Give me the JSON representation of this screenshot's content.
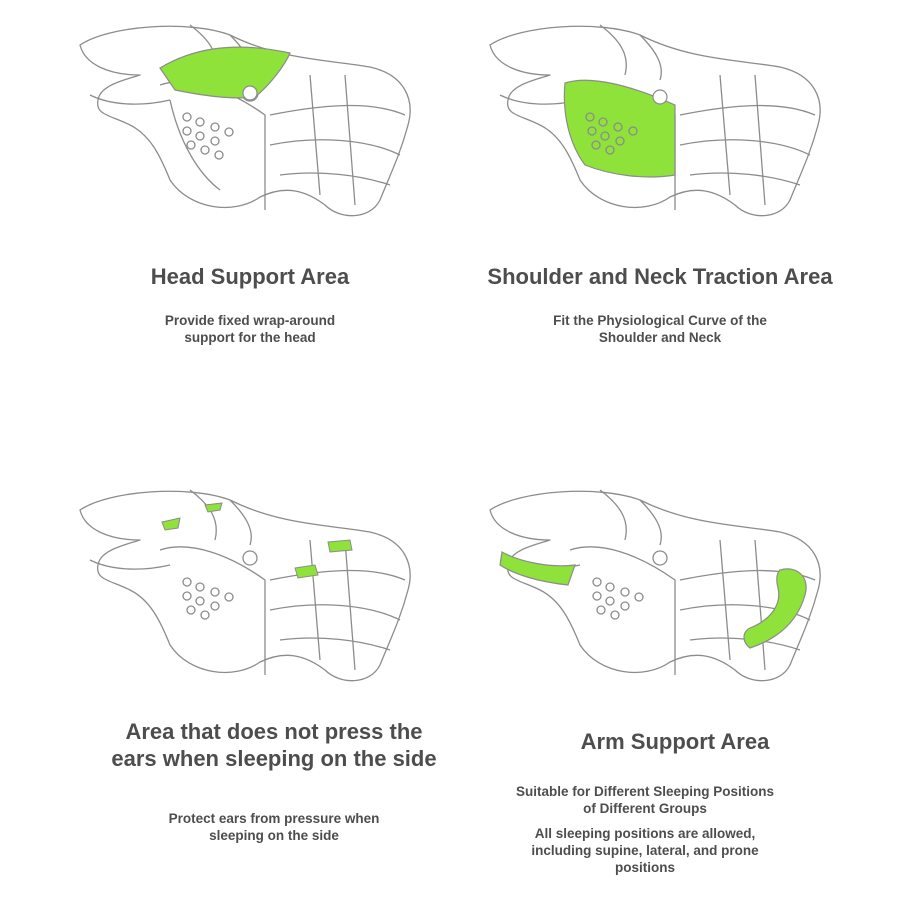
{
  "colors": {
    "highlight": "#8ee23a",
    "outline": "#8c8c8c",
    "text": "#4d4d4d"
  },
  "panels": [
    {
      "title": "Head Support Area",
      "description_lines": [
        "Provide fixed wrap-around",
        "support for the head"
      ]
    },
    {
      "title": "Shoulder and Neck Traction Area",
      "description_lines": [
        "Fit the Physiological Curve of the",
        "Shoulder and Neck"
      ]
    },
    {
      "title_lines": [
        "Area that does not press the",
        "ears when sleeping on the side"
      ],
      "description_lines": [
        "Protect ears from pressure when",
        "sleeping on the side"
      ]
    },
    {
      "title": "Arm Support Area",
      "description_lines": [
        "Suitable for Different Sleeping Positions",
        "of Different Groups"
      ],
      "description2_lines": [
        "All sleeping positions are allowed,",
        "including supine, lateral, and prone",
        "positions"
      ]
    }
  ]
}
